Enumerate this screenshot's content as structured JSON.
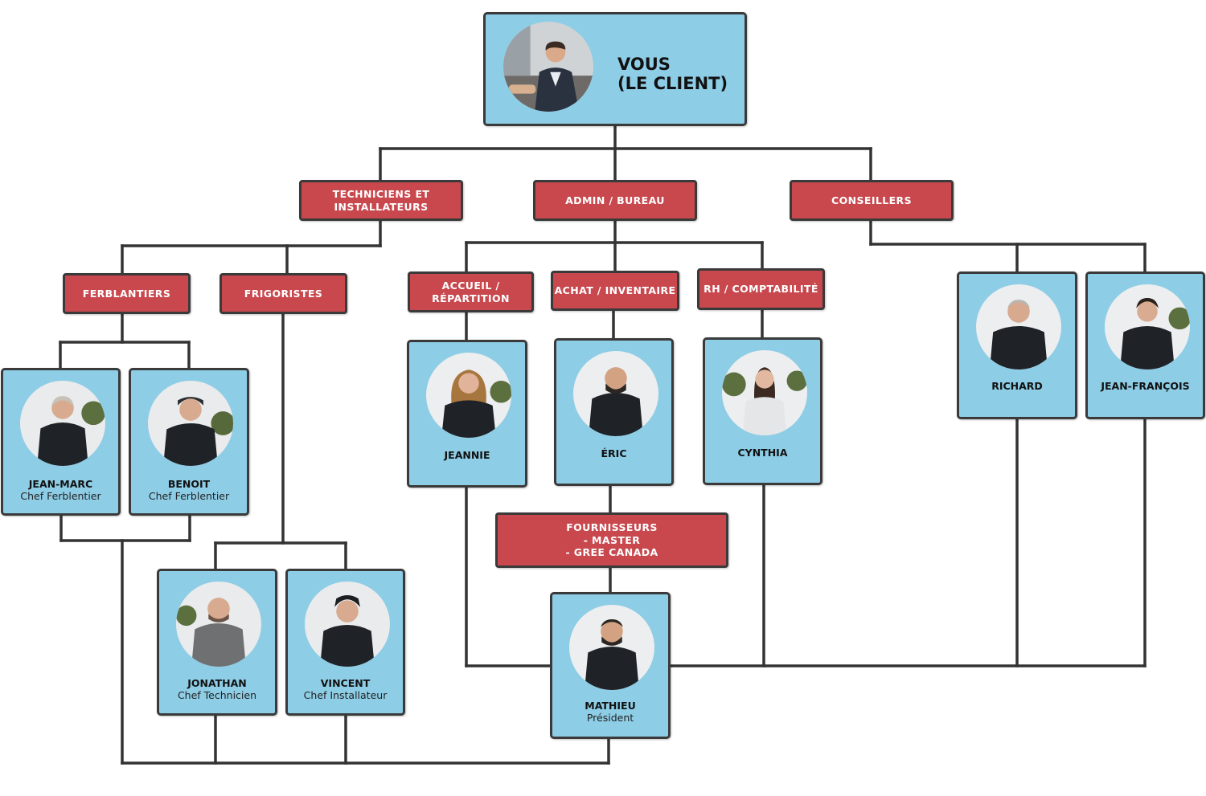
{
  "client": {
    "line1": "VOUS",
    "line2": "(LE CLIENT)"
  },
  "departments": {
    "techniciens": "TECHNICIENS ET\nINSTALLATEURS",
    "admin": "ADMIN / BUREAU",
    "conseillers": "CONSEILLERS"
  },
  "subgroups": {
    "ferblantiers": "FERBLANTIERS",
    "frigoristes": "FRIGORISTES",
    "accueil": "ACCUEIL /\nRÉPARTITION",
    "achat": "ACHAT / INVENTAIRE",
    "rh": "RH / COMPTABILITÉ"
  },
  "fournisseurs": "FOURNISSEURS\n- MASTER\n- GREE CANADA",
  "people": {
    "jean_marc": {
      "name": "JEAN-MARC",
      "role": "Chef Ferblentier"
    },
    "benoit": {
      "name": "BENOIT",
      "role": "Chef Ferblentier"
    },
    "jonathan": {
      "name": "JONATHAN",
      "role": "Chef Technicien"
    },
    "vincent": {
      "name": "VINCENT",
      "role": "Chef Installateur"
    },
    "jeannie": {
      "name": "JEANNIE"
    },
    "eric": {
      "name": "ÉRIC"
    },
    "cynthia": {
      "name": "CYNTHIA"
    },
    "mathieu": {
      "name": "MATHIEU",
      "role": "Président"
    },
    "richard": {
      "name": "RICHARD"
    },
    "jean_francois": {
      "name": "JEAN-FRANÇOIS"
    }
  },
  "colors": {
    "card_fill": "#8ecde6",
    "label_fill": "#c8484e",
    "border": "#3a3a3a",
    "connector": "#333333"
  }
}
